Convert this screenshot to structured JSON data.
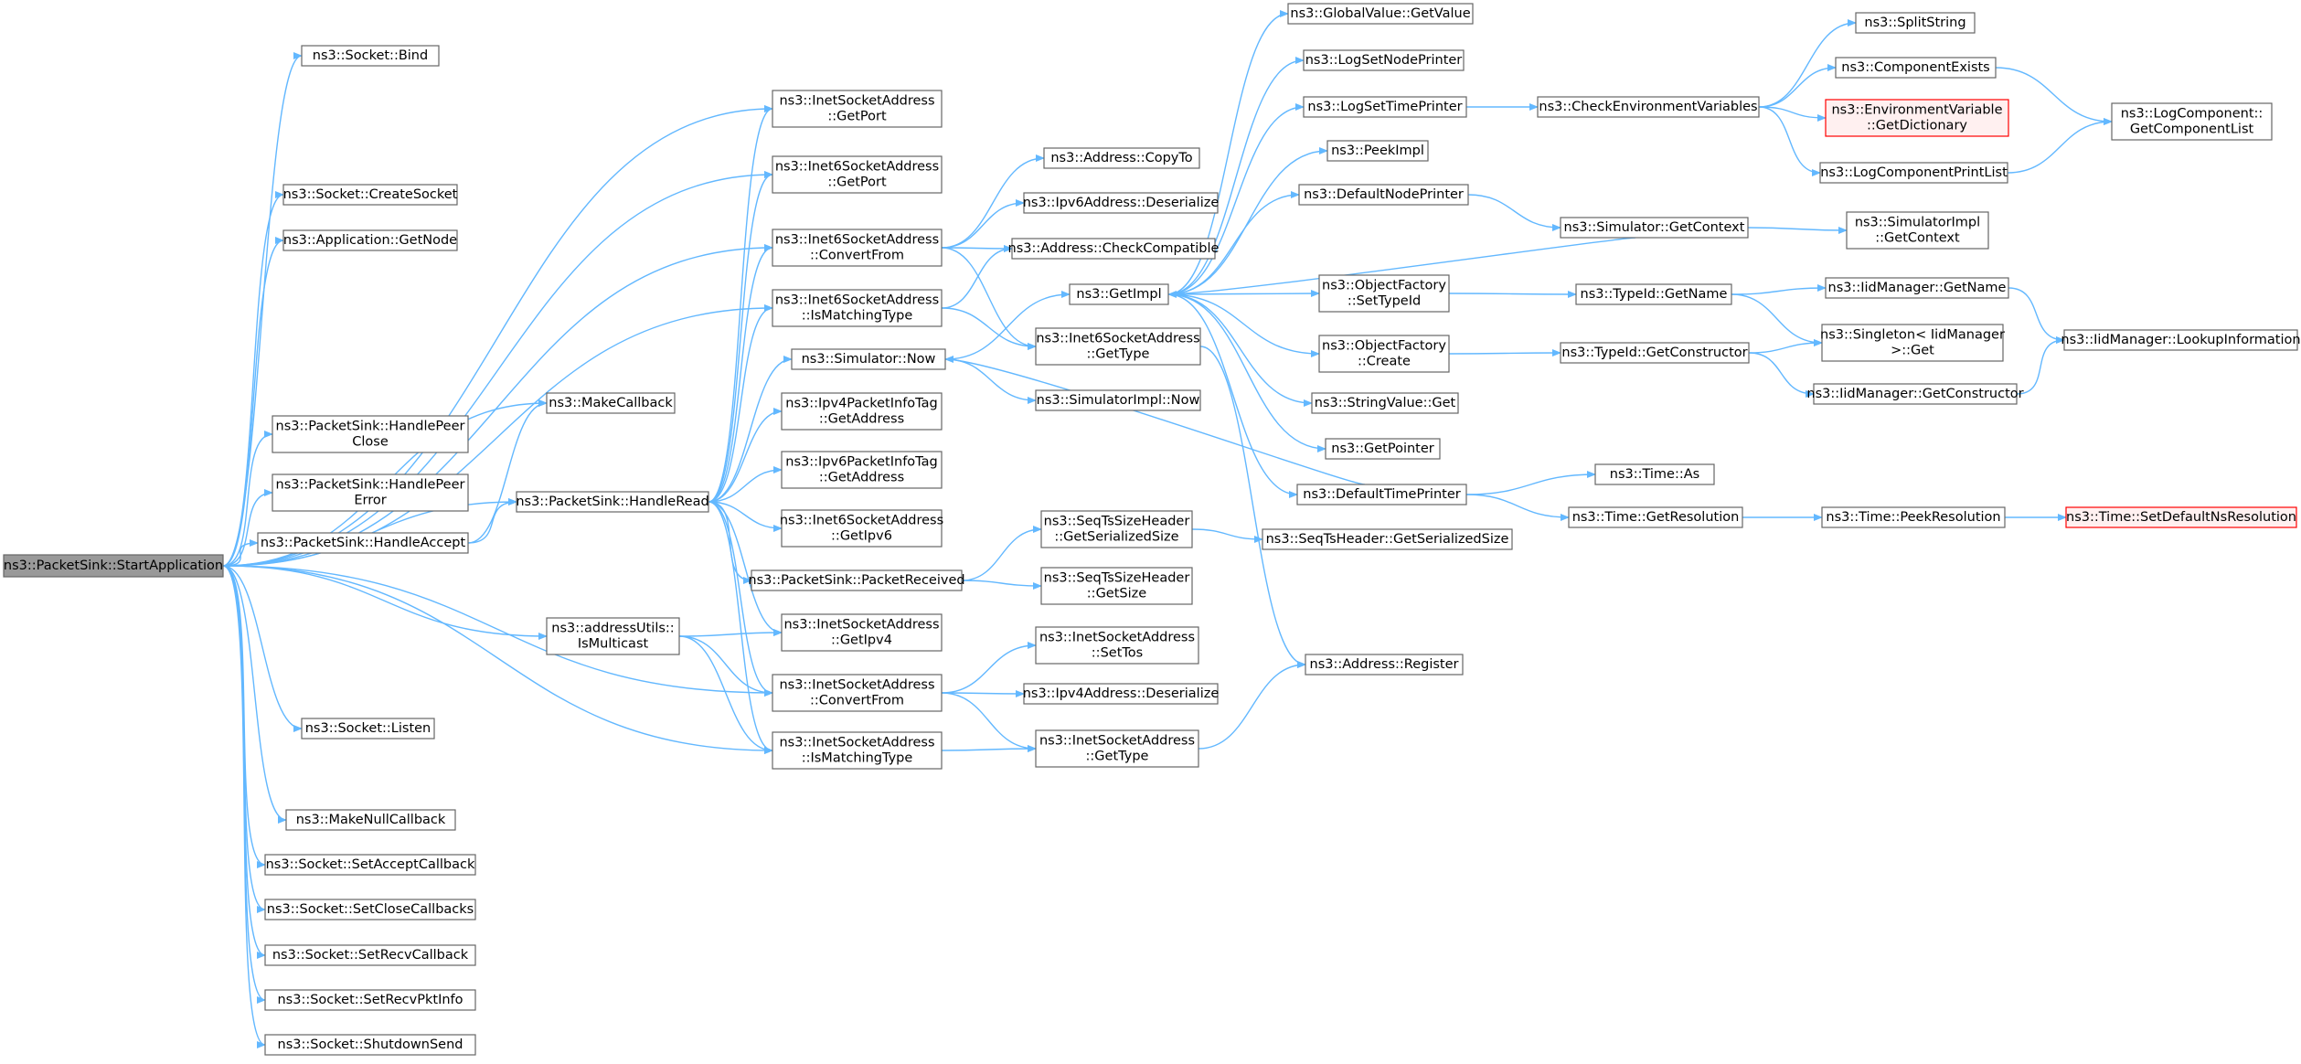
{
  "colors": {
    "edge": "#63b8ff",
    "node_border": "#666666",
    "root_fill": "#999999",
    "missing_border": "#ff0000",
    "missing_fill": "#fff0f0"
  },
  "nodes": [
    {
      "id": "start",
      "lines": [
        "ns3::PacketSink::StartApplication"
      ],
      "kind": "root"
    },
    {
      "id": "bind",
      "lines": [
        "ns3::Socket::Bind"
      ]
    },
    {
      "id": "inetGetPort",
      "lines": [
        "ns3::InetSocketAddress",
        "::GetPort"
      ]
    },
    {
      "id": "inet6GetPort",
      "lines": [
        "ns3::Inet6SocketAddress",
        "::GetPort"
      ]
    },
    {
      "id": "createSocket",
      "lines": [
        "ns3::Socket::CreateSocket"
      ]
    },
    {
      "id": "getNode",
      "lines": [
        "ns3::Application::GetNode"
      ]
    },
    {
      "id": "inet6ConvertFrom",
      "lines": [
        "ns3::Inet6SocketAddress",
        "::ConvertFrom"
      ]
    },
    {
      "id": "inet6IsMatching",
      "lines": [
        "ns3::Inet6SocketAddress",
        "::IsMatchingType"
      ]
    },
    {
      "id": "makeCallback",
      "lines": [
        "ns3::MakeCallback"
      ]
    },
    {
      "id": "handlePeerClose",
      "lines": [
        "ns3::PacketSink::HandlePeer",
        "Close"
      ]
    },
    {
      "id": "handlePeerError",
      "lines": [
        "ns3::PacketSink::HandlePeer",
        "Error"
      ]
    },
    {
      "id": "handleAccept",
      "lines": [
        "ns3::PacketSink::HandleAccept"
      ]
    },
    {
      "id": "handleRead",
      "lines": [
        "ns3::PacketSink::HandleRead"
      ]
    },
    {
      "id": "isMulticast",
      "lines": [
        "ns3::addressUtils::",
        "IsMulticast"
      ]
    },
    {
      "id": "inetConvertFrom",
      "lines": [
        "ns3::InetSocketAddress",
        "::ConvertFrom"
      ]
    },
    {
      "id": "inetIsMatching",
      "lines": [
        "ns3::InetSocketAddress",
        "::IsMatchingType"
      ]
    },
    {
      "id": "listen",
      "lines": [
        "ns3::Socket::Listen"
      ]
    },
    {
      "id": "makeNullCallback",
      "lines": [
        "ns3::MakeNullCallback"
      ]
    },
    {
      "id": "setAcceptCallback",
      "lines": [
        "ns3::Socket::SetAcceptCallback"
      ]
    },
    {
      "id": "setCloseCallbacks",
      "lines": [
        "ns3::Socket::SetCloseCallbacks"
      ]
    },
    {
      "id": "setRecvCallback",
      "lines": [
        "ns3::Socket::SetRecvCallback"
      ]
    },
    {
      "id": "setRecvPktInfo",
      "lines": [
        "ns3::Socket::SetRecvPktInfo"
      ]
    },
    {
      "id": "shutdownSend",
      "lines": [
        "ns3::Socket::ShutdownSend"
      ]
    },
    {
      "id": "simNow",
      "lines": [
        "ns3::Simulator::Now"
      ]
    },
    {
      "id": "ipv4PktInfo",
      "lines": [
        "ns3::Ipv4PacketInfoTag",
        "::GetAddress"
      ]
    },
    {
      "id": "ipv6PktInfo",
      "lines": [
        "ns3::Ipv6PacketInfoTag",
        "::GetAddress"
      ]
    },
    {
      "id": "inet6GetIpv6",
      "lines": [
        "ns3::Inet6SocketAddress",
        "::GetIpv6"
      ]
    },
    {
      "id": "packetReceived",
      "lines": [
        "ns3::PacketSink::PacketReceived"
      ]
    },
    {
      "id": "inetGetIpv4",
      "lines": [
        "ns3::InetSocketAddress",
        "::GetIpv4"
      ]
    },
    {
      "id": "addrCopyTo",
      "lines": [
        "ns3::Address::CopyTo"
      ]
    },
    {
      "id": "ipv6Deserialize",
      "lines": [
        "ns3::Ipv6Address::Deserialize"
      ]
    },
    {
      "id": "addrCheckCompat",
      "lines": [
        "ns3::Address::CheckCompatible"
      ]
    },
    {
      "id": "getImpl",
      "lines": [
        "ns3::GetImpl"
      ]
    },
    {
      "id": "inet6GetType",
      "lines": [
        "ns3::Inet6SocketAddress",
        "::GetType"
      ]
    },
    {
      "id": "simImplNow",
      "lines": [
        "ns3::SimulatorImpl::Now"
      ]
    },
    {
      "id": "seqTsGetSerSize1",
      "lines": [
        "ns3::SeqTsSizeHeader",
        "::GetSerializedSize"
      ]
    },
    {
      "id": "seqTsGetSize",
      "lines": [
        "ns3::SeqTsSizeHeader",
        "::GetSize"
      ]
    },
    {
      "id": "inetSetTos",
      "lines": [
        "ns3::InetSocketAddress",
        "::SetTos"
      ]
    },
    {
      "id": "ipv4Deserialize",
      "lines": [
        "ns3::Ipv4Address::Deserialize"
      ]
    },
    {
      "id": "inetGetType",
      "lines": [
        "ns3::InetSocketAddress",
        "::GetType"
      ]
    },
    {
      "id": "globalGetValue",
      "lines": [
        "ns3::GlobalValue::GetValue"
      ]
    },
    {
      "id": "logSetNodePrinter",
      "lines": [
        "ns3::LogSetNodePrinter"
      ]
    },
    {
      "id": "logSetTimePrinter",
      "lines": [
        "ns3::LogSetTimePrinter"
      ]
    },
    {
      "id": "peekImpl",
      "lines": [
        "ns3::PeekImpl"
      ]
    },
    {
      "id": "defaultNodePrinter",
      "lines": [
        "ns3::DefaultNodePrinter"
      ]
    },
    {
      "id": "objFactorySetTypeId",
      "lines": [
        "ns3::ObjectFactory",
        "::SetTypeId"
      ]
    },
    {
      "id": "objFactoryCreate",
      "lines": [
        "ns3::ObjectFactory",
        "::Create"
      ]
    },
    {
      "id": "stringValueGet",
      "lines": [
        "ns3::StringValue::Get"
      ]
    },
    {
      "id": "getPointer",
      "lines": [
        "ns3::GetPointer"
      ]
    },
    {
      "id": "defaultTimePrinter",
      "lines": [
        "ns3::DefaultTimePrinter"
      ]
    },
    {
      "id": "seqTsGetSerSize2",
      "lines": [
        "ns3::SeqTsHeader::GetSerializedSize"
      ]
    },
    {
      "id": "addrRegister",
      "lines": [
        "ns3::Address::Register"
      ]
    },
    {
      "id": "checkEnvVars",
      "lines": [
        "ns3::CheckEnvironmentVariables"
      ]
    },
    {
      "id": "simGetContext",
      "lines": [
        "ns3::Simulator::GetContext"
      ]
    },
    {
      "id": "typeIdGetName",
      "lines": [
        "ns3::TypeId::GetName"
      ]
    },
    {
      "id": "typeIdGetConstructor",
      "lines": [
        "ns3::TypeId::GetConstructor"
      ]
    },
    {
      "id": "timeAs",
      "lines": [
        "ns3::Time::As"
      ]
    },
    {
      "id": "timeGetResolution",
      "lines": [
        "ns3::Time::GetResolution"
      ]
    },
    {
      "id": "splitString",
      "lines": [
        "ns3::SplitString"
      ]
    },
    {
      "id": "componentExists",
      "lines": [
        "ns3::ComponentExists"
      ]
    },
    {
      "id": "envVarGetDict",
      "lines": [
        "ns3::EnvironmentVariable",
        "::GetDictionary"
      ],
      "kind": "missing"
    },
    {
      "id": "logComponentPrintList",
      "lines": [
        "ns3::LogComponentPrintList"
      ]
    },
    {
      "id": "simImplGetContext",
      "lines": [
        "ns3::SimulatorImpl",
        "::GetContext"
      ]
    },
    {
      "id": "iidMgrGetName",
      "lines": [
        "ns3::IidManager::GetName"
      ]
    },
    {
      "id": "singletonGet",
      "lines": [
        "ns3::Singleton< IidManager",
        ">::Get"
      ]
    },
    {
      "id": "iidMgrGetConstructor",
      "lines": [
        "ns3::IidManager::GetConstructor"
      ]
    },
    {
      "id": "timePeekResolution",
      "lines": [
        "ns3::Time::PeekResolution"
      ]
    },
    {
      "id": "logComponentGetList",
      "lines": [
        "ns3::LogComponent::",
        "GetComponentList"
      ]
    },
    {
      "id": "iidMgrLookupInfo",
      "lines": [
        "ns3::IidManager::LookupInformation"
      ]
    },
    {
      "id": "timeSetDefaultNsRes",
      "lines": [
        "ns3::Time::SetDefaultNsResolution"
      ],
      "kind": "missing"
    }
  ],
  "edges": [
    [
      "start",
      "bind"
    ],
    [
      "start",
      "inetGetPort"
    ],
    [
      "start",
      "inet6GetPort"
    ],
    [
      "start",
      "createSocket"
    ],
    [
      "start",
      "getNode"
    ],
    [
      "start",
      "inet6ConvertFrom"
    ],
    [
      "start",
      "inet6IsMatching"
    ],
    [
      "start",
      "makeCallback"
    ],
    [
      "start",
      "handlePeerClose"
    ],
    [
      "start",
      "handlePeerError"
    ],
    [
      "start",
      "handleAccept"
    ],
    [
      "start",
      "handleRead"
    ],
    [
      "start",
      "isMulticast"
    ],
    [
      "start",
      "inetConvertFrom"
    ],
    [
      "start",
      "inetIsMatching"
    ],
    [
      "start",
      "listen"
    ],
    [
      "start",
      "makeNullCallback"
    ],
    [
      "start",
      "setAcceptCallback"
    ],
    [
      "start",
      "setCloseCallbacks"
    ],
    [
      "start",
      "setRecvCallback"
    ],
    [
      "start",
      "setRecvPktInfo"
    ],
    [
      "start",
      "shutdownSend"
    ],
    [
      "handleAccept",
      "makeCallback"
    ],
    [
      "handleAccept",
      "handleRead"
    ],
    [
      "handleRead",
      "inetGetPort"
    ],
    [
      "handleRead",
      "inet6GetPort"
    ],
    [
      "handleRead",
      "inet6ConvertFrom"
    ],
    [
      "handleRead",
      "inet6IsMatching"
    ],
    [
      "handleRead",
      "simNow"
    ],
    [
      "handleRead",
      "ipv4PktInfo"
    ],
    [
      "handleRead",
      "ipv6PktInfo"
    ],
    [
      "handleRead",
      "inet6GetIpv6"
    ],
    [
      "handleRead",
      "packetReceived"
    ],
    [
      "handleRead",
      "inetGetIpv4"
    ],
    [
      "handleRead",
      "inetConvertFrom"
    ],
    [
      "handleRead",
      "inetIsMatching"
    ],
    [
      "isMulticast",
      "inetGetIpv4"
    ],
    [
      "isMulticast",
      "inetConvertFrom"
    ],
    [
      "isMulticast",
      "inetIsMatching"
    ],
    [
      "inet6ConvertFrom",
      "addrCopyTo"
    ],
    [
      "inet6ConvertFrom",
      "ipv6Deserialize"
    ],
    [
      "inet6ConvertFrom",
      "addrCheckCompat"
    ],
    [
      "inet6ConvertFrom",
      "inet6GetType"
    ],
    [
      "inet6IsMatching",
      "addrCheckCompat"
    ],
    [
      "inet6IsMatching",
      "inet6GetType"
    ],
    [
      "simNow",
      "getImpl"
    ],
    [
      "simNow",
      "simImplNow"
    ],
    [
      "packetReceived",
      "seqTsGetSerSize1"
    ],
    [
      "packetReceived",
      "seqTsGetSize"
    ],
    [
      "inetConvertFrom",
      "inetSetTos"
    ],
    [
      "inetConvertFrom",
      "ipv4Deserialize"
    ],
    [
      "inetConvertFrom",
      "inetGetType"
    ],
    [
      "inetIsMatching",
      "inetGetType"
    ],
    [
      "getImpl",
      "globalGetValue"
    ],
    [
      "getImpl",
      "logSetNodePrinter"
    ],
    [
      "getImpl",
      "logSetTimePrinter"
    ],
    [
      "getImpl",
      "peekImpl"
    ],
    [
      "getImpl",
      "defaultNodePrinter"
    ],
    [
      "getImpl",
      "objFactorySetTypeId"
    ],
    [
      "getImpl",
      "objFactoryCreate"
    ],
    [
      "getImpl",
      "stringValueGet"
    ],
    [
      "getImpl",
      "getPointer"
    ],
    [
      "getImpl",
      "defaultTimePrinter"
    ],
    [
      "inet6GetType",
      "addrRegister"
    ],
    [
      "inetGetType",
      "addrRegister"
    ],
    [
      "seqTsGetSerSize1",
      "seqTsGetSerSize2"
    ],
    [
      "logSetTimePrinter",
      "checkEnvVars"
    ],
    [
      "defaultNodePrinter",
      "simGetContext"
    ],
    [
      "simGetContext",
      "getImpl"
    ],
    [
      "simGetContext",
      "simImplGetContext"
    ],
    [
      "objFactorySetTypeId",
      "typeIdGetName"
    ],
    [
      "objFactoryCreate",
      "typeIdGetConstructor"
    ],
    [
      "defaultTimePrinter",
      "simNow"
    ],
    [
      "defaultTimePrinter",
      "timeAs"
    ],
    [
      "defaultTimePrinter",
      "timeGetResolution"
    ],
    [
      "checkEnvVars",
      "splitString"
    ],
    [
      "checkEnvVars",
      "componentExists"
    ],
    [
      "checkEnvVars",
      "envVarGetDict"
    ],
    [
      "checkEnvVars",
      "logComponentPrintList"
    ],
    [
      "typeIdGetName",
      "iidMgrGetName"
    ],
    [
      "typeIdGetName",
      "singletonGet"
    ],
    [
      "typeIdGetConstructor",
      "singletonGet"
    ],
    [
      "typeIdGetConstructor",
      "iidMgrGetConstructor"
    ],
    [
      "timeGetResolution",
      "timePeekResolution"
    ],
    [
      "componentExists",
      "logComponentGetList"
    ],
    [
      "logComponentPrintList",
      "logComponentGetList"
    ],
    [
      "iidMgrGetName",
      "iidMgrLookupInfo"
    ],
    [
      "iidMgrGetConstructor",
      "iidMgrLookupInfo"
    ],
    [
      "timePeekResolution",
      "timeSetDefaultNsRes"
    ]
  ]
}
